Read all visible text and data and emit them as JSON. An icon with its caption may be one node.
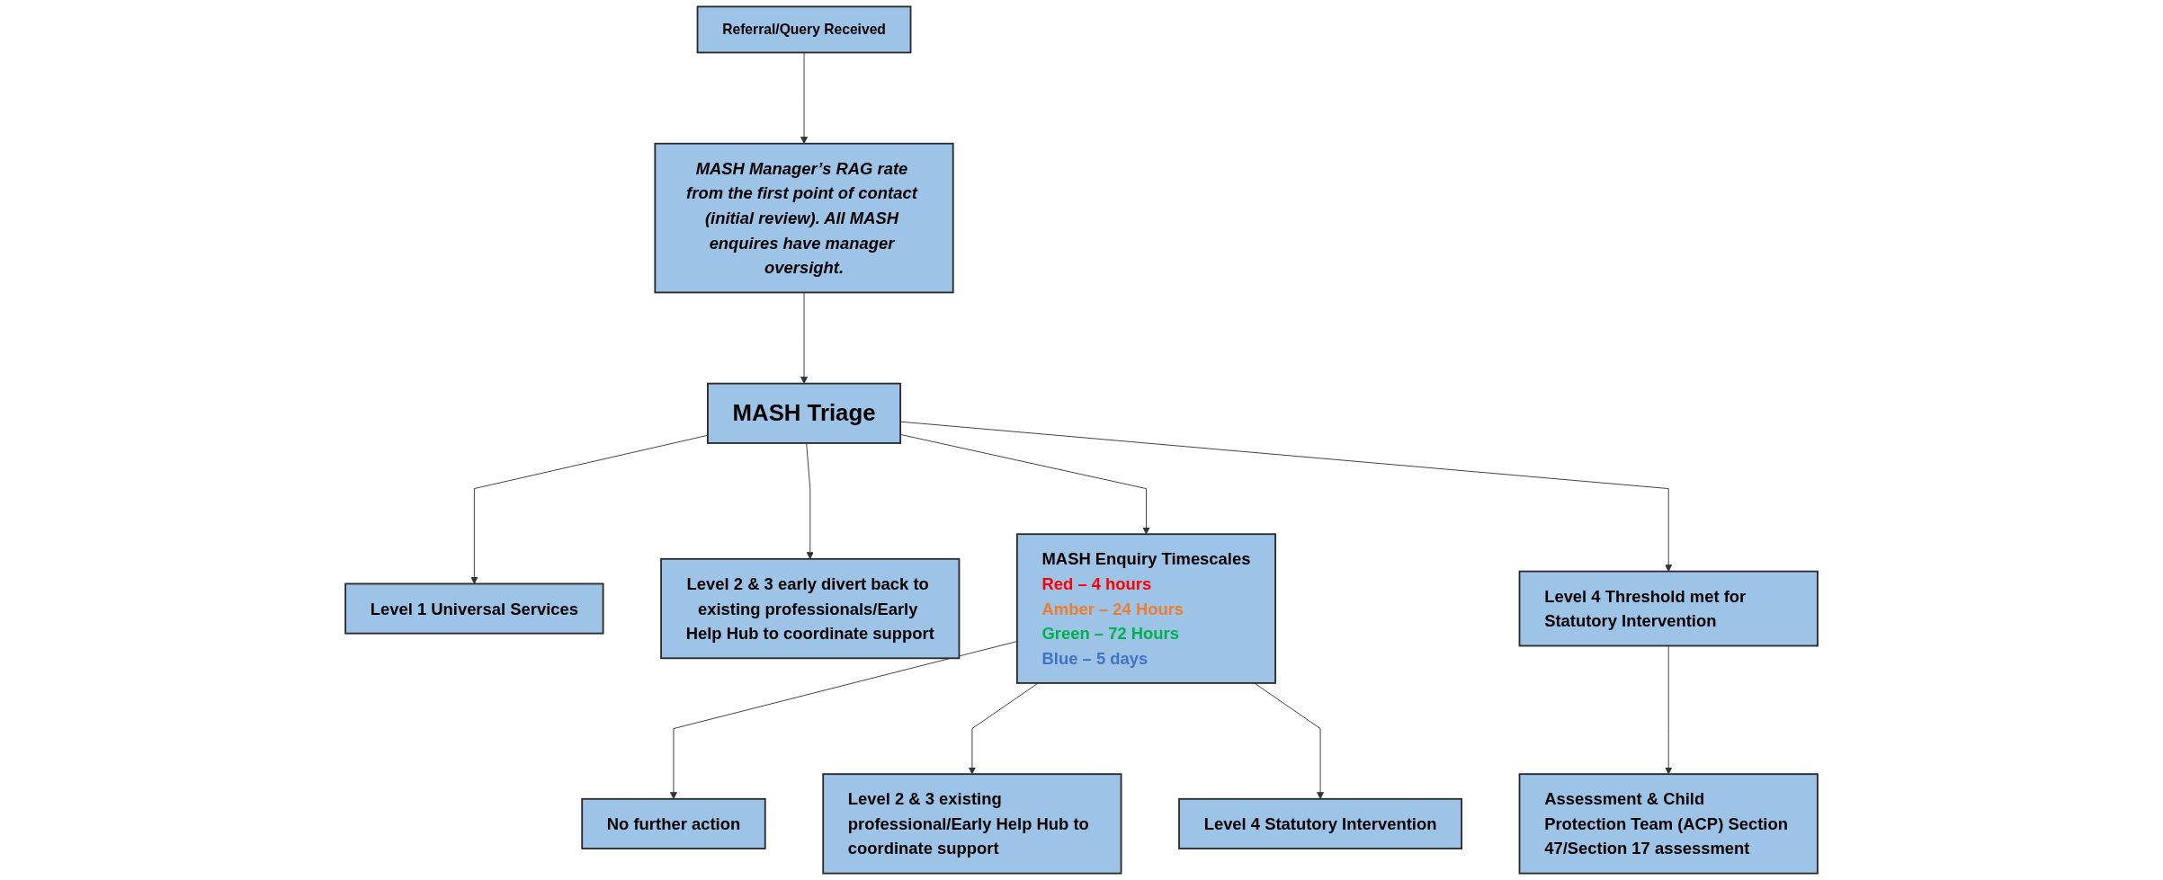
{
  "diagram": {
    "nodes": [
      {
        "text": [
          "Referral/Query Received"
        ]
      },
      {
        "text": [
          "MASH Manager’s RAG rate from the first point of contact (initial review). All MASH enquires have manager oversight."
        ]
      },
      {
        "text": [
          "MASH Triage"
        ]
      },
      {
        "text": [
          "Level 1 Universal Services"
        ]
      },
      {
        "text": [
          "Level 2 & 3 early divert back to existing professionals/Early Help Hub to coordinate support"
        ]
      },
      {
        "text": [
          "Level 4 Threshold met for Statutory Intervention"
        ]
      },
      {
        "text": [
          "Assessment & Child Protection Team (ACP) Section 47/Section 17 assessment"
        ]
      },
      {
        "text": [
          "MASH Enquiry Timescales",
          "Red – 4 hours",
          "Amber – 24 Hours",
          "Green – 72 Hours",
          "Blue – 5 days"
        ]
      },
      {
        "text": [
          "No further action"
        ]
      },
      {
        "text": [
          "Level 2 & 3 existing professional/Early Help Hub to coordinate support"
        ]
      },
      {
        "text": [
          "Level 4 Statutory Intervention"
        ]
      }
    ],
    "edges": [
      {
        "from": 0,
        "to": 1,
        "arrow": "to"
      },
      {
        "from": 1,
        "to": 2,
        "arrow": "to"
      },
      {
        "from": 2,
        "to": 3,
        "arrow": "to"
      },
      {
        "from": 2,
        "to": 4,
        "arrow": "to"
      },
      {
        "from": 2,
        "to": 7,
        "arrow": "to"
      },
      {
        "from": 2,
        "to": 5,
        "arrow": "to"
      },
      {
        "from": 5,
        "to": 6,
        "arrow": "to"
      },
      {
        "from": 7,
        "to": 8,
        "arrow": "to"
      },
      {
        "from": 7,
        "to": 9,
        "arrow": "to"
      },
      {
        "from": 7,
        "to": 10,
        "arrow": "to"
      }
    ]
  }
}
